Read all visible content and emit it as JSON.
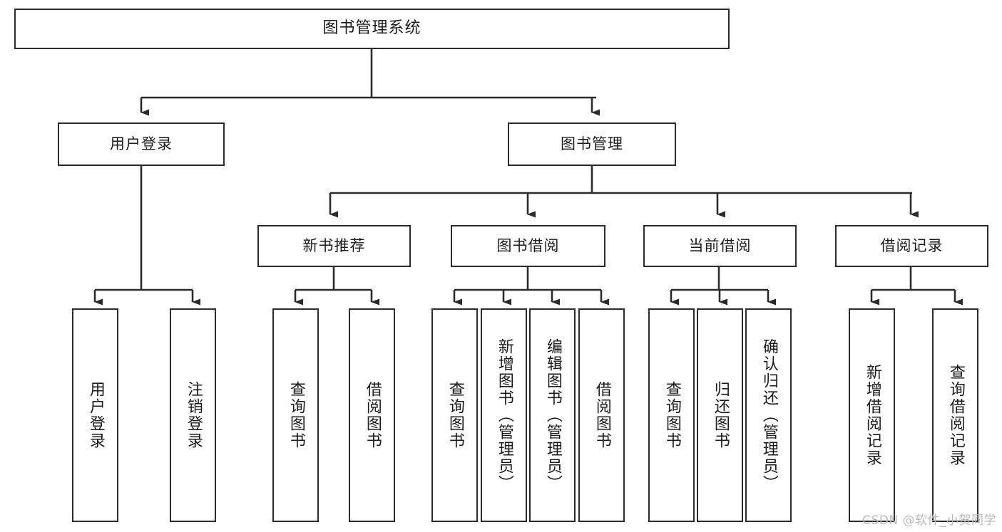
{
  "diagram": {
    "title": "图书管理系统",
    "type": "tree-hierarchy",
    "colors": {
      "background": "#ffffff",
      "box_border": "#2b2b2b",
      "box_fill": "#ffffff",
      "connector": "#2b2b2b",
      "text": "#1b1b1b",
      "watermark": "#b9b9b9"
    },
    "root": {
      "label": "图书管理系统"
    },
    "level2": [
      {
        "label": "用户登录"
      },
      {
        "label": "图书管理"
      }
    ],
    "level3": [
      {
        "label": "新书推荐"
      },
      {
        "label": "图书借阅"
      },
      {
        "label": "当前借阅"
      },
      {
        "label": "借阅记录"
      }
    ],
    "leaves": {
      "user_login": [
        {
          "label": "用户登录"
        },
        {
          "label": "注销登录"
        }
      ],
      "new_book_recommend": [
        {
          "label": "查询图书"
        },
        {
          "label": "借阅图书"
        }
      ],
      "book_borrow": [
        {
          "label": "查询图书"
        },
        {
          "label": "新增图书（管理员）"
        },
        {
          "label": "编辑图书（管理员）"
        },
        {
          "label": "借阅图书"
        }
      ],
      "current_borrow": [
        {
          "label": "查询图书"
        },
        {
          "label": "归还图书"
        },
        {
          "label": "确认归还（管理员）"
        }
      ],
      "borrow_record": [
        {
          "label": "新增借阅记录"
        },
        {
          "label": "查询借阅记录"
        }
      ]
    },
    "watermark": "CSDN @软件_小贺同学"
  }
}
